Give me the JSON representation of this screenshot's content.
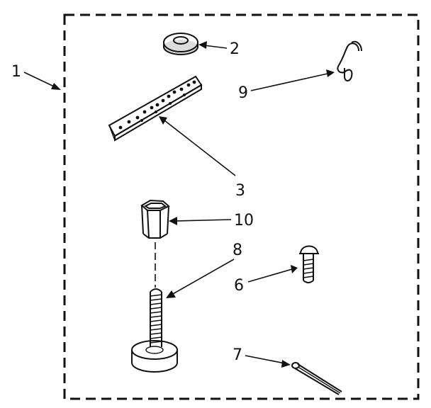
{
  "diagram": {
    "callouts": {
      "kit": "1",
      "washer": "2",
      "mounting_bracket": "3",
      "screw": "6",
      "cotter_pin": "7",
      "leveling_leg": "8",
      "hook": "9",
      "coupling_nut": "10"
    },
    "parts": [
      {
        "id": "washer",
        "icon": "washer-icon"
      },
      {
        "id": "mounting_bracket",
        "icon": "bracket-icon"
      },
      {
        "id": "screw",
        "icon": "screw-icon"
      },
      {
        "id": "cotter_pin",
        "icon": "pin-icon"
      },
      {
        "id": "leveling_leg",
        "icon": "leveling-leg-icon"
      },
      {
        "id": "hook",
        "icon": "hook-icon"
      },
      {
        "id": "coupling_nut",
        "icon": "hex-nut-icon"
      }
    ],
    "colors": {
      "ink": "#111111",
      "paper": "#ffffff"
    }
  }
}
